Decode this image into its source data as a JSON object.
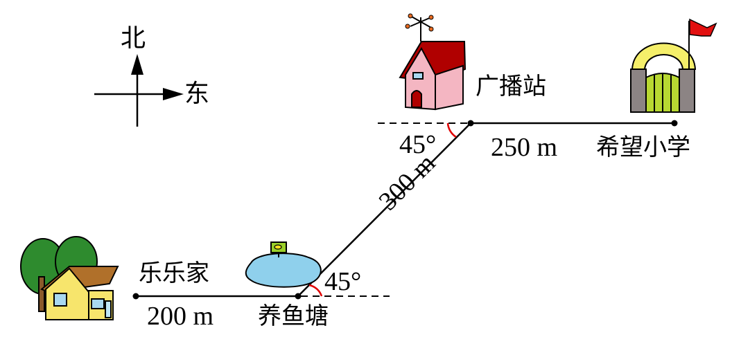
{
  "compass": {
    "north": "北",
    "east": "东"
  },
  "places": {
    "home": "乐乐家",
    "pond": "养鱼塘",
    "station": "广播站",
    "school": "希望小学"
  },
  "distances": {
    "home_to_pond": "200 m",
    "pond_to_station": "300 m",
    "station_to_school": "250 m"
  },
  "angles": {
    "pond_angle": "45°",
    "station_angle": "45°"
  },
  "colors": {
    "line": "#000000",
    "angle_arc": "#e00000",
    "station_roof": "#b00000",
    "station_wall": "#f4b6c2",
    "school_arch": "#f5ef6a",
    "school_gate": "#b8d832",
    "school_pillar": "#8c8484",
    "flag": "#e21010",
    "home_wall": "#f7e56c",
    "home_roof": "#b0702a",
    "tree": "#2e8b2e",
    "pond": "#8fd0ec"
  }
}
